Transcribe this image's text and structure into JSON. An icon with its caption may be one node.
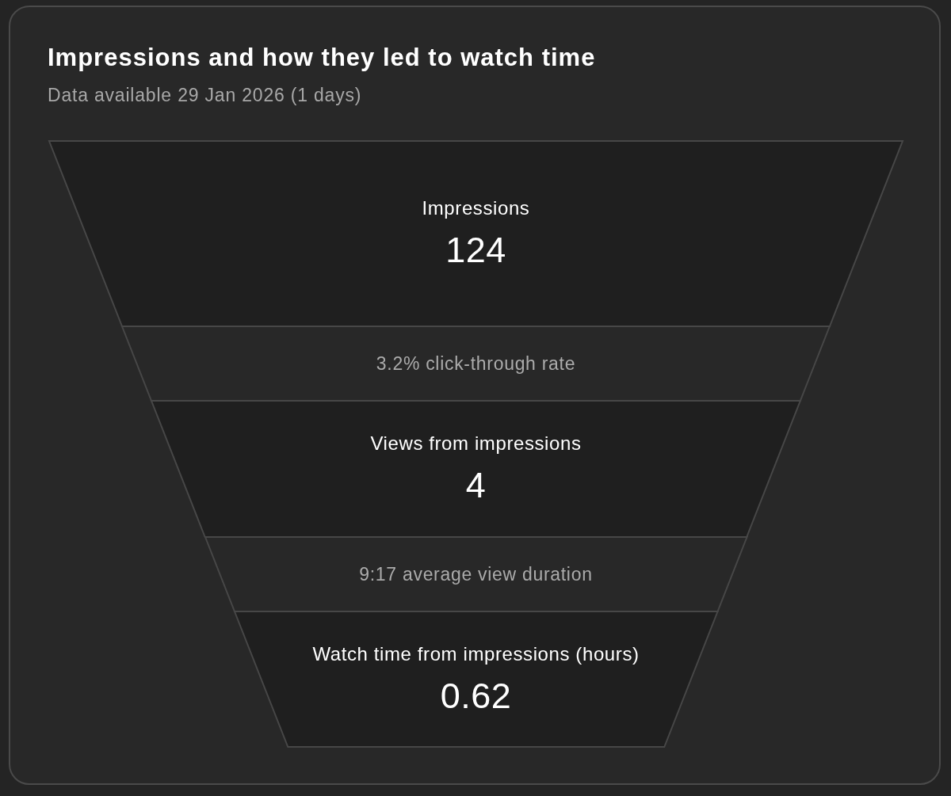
{
  "diagram": {
    "title": "Impressions and how they led to watch time",
    "nodes": [
      {
        "text": [
          "Impressions",
          "124"
        ]
      },
      {
        "text": [
          "3.2% click-through rate"
        ]
      },
      {
        "text": [
          "Views from impressions",
          "4"
        ]
      },
      {
        "text": [
          "9:17 average view duration"
        ]
      },
      {
        "text": [
          "Watch time from impressions (hours)",
          "0.62"
        ]
      }
    ],
    "labels": [
      "Data available 29 Jan 2026 (1 days)"
    ]
  }
}
